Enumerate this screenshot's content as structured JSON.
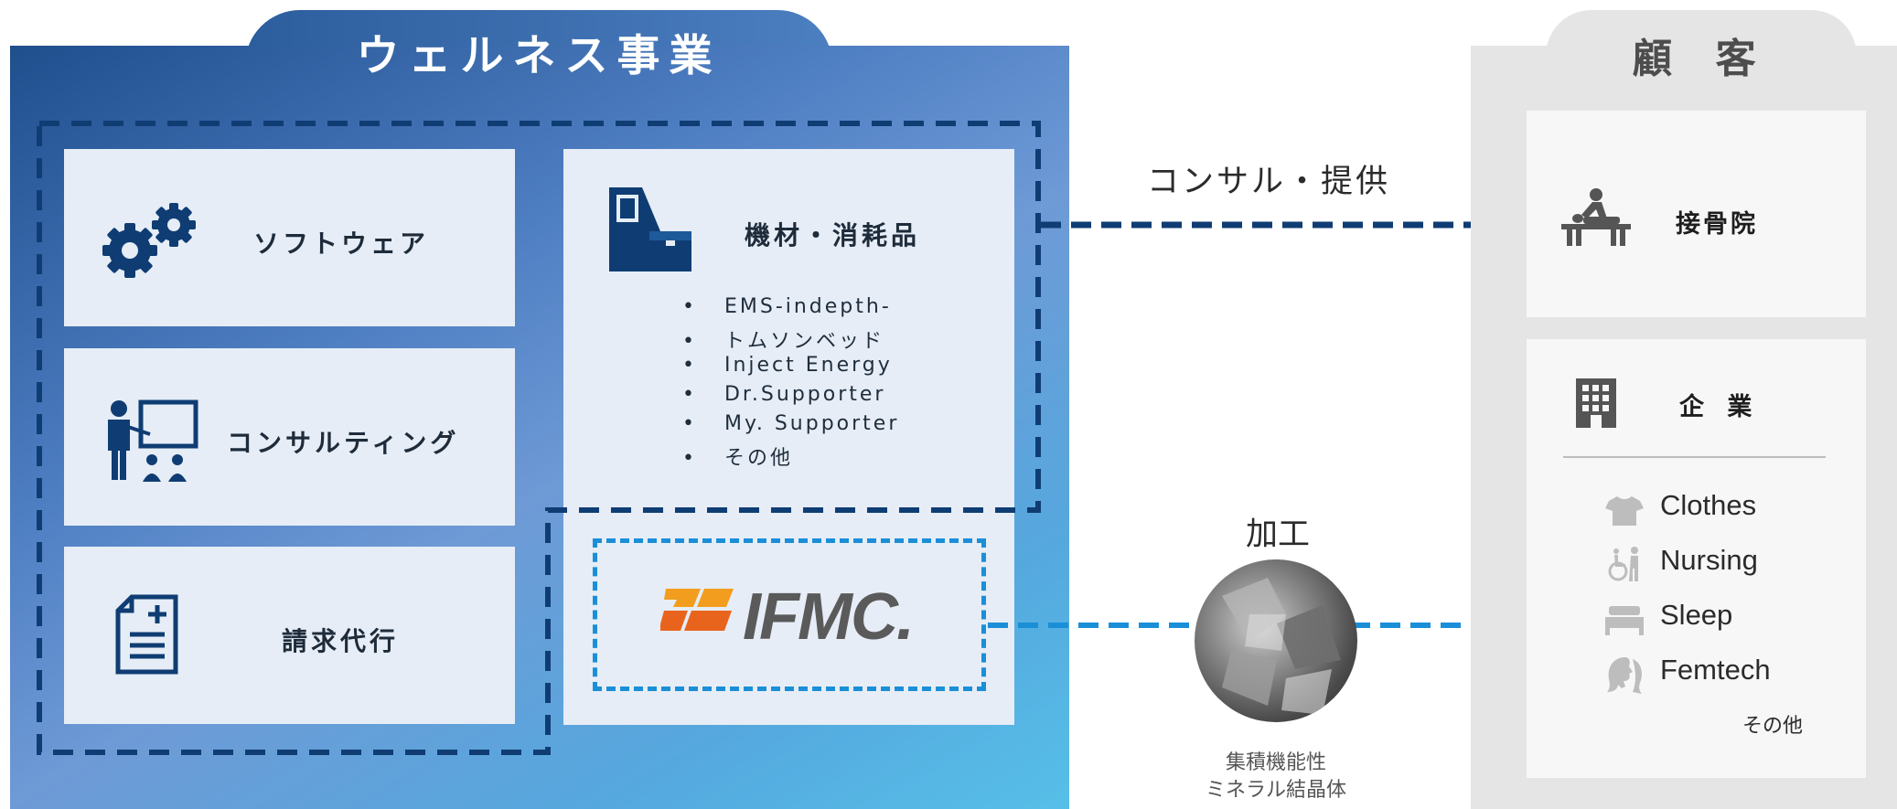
{
  "wellness": {
    "title": "ウェルネス事業",
    "software_label": "ソフトウェア",
    "consulting_label": "コンサルティング",
    "billing_label": "請求代行",
    "equipment": {
      "title": "機材・消耗品",
      "items": [
        "EMS-indepth-",
        "トムソンベッド",
        "Inject Energy",
        "Dr.Supporter",
        "My. Supporter",
        "その他"
      ]
    },
    "ifmc_logo": "IFMC."
  },
  "flows": {
    "consult_label": "コンサル・提供",
    "process_label": "加工",
    "mineral_caption_line1": "集積機能性",
    "mineral_caption_line2": "ミネラル結晶体"
  },
  "customer": {
    "title": "顧 客",
    "clinic_label": "接骨院",
    "company_label": "企 業",
    "company_items": [
      {
        "label": "Clothes",
        "icon": "tshirt-icon"
      },
      {
        "label": "Nursing",
        "icon": "wheelchair-icon"
      },
      {
        "label": "Sleep",
        "icon": "bed-icon"
      },
      {
        "label": "Femtech",
        "icon": "woman-profile-icon"
      }
    ],
    "other_label": "その他"
  },
  "colors": {
    "dark_blue": "#0f3d73",
    "light_blue": "#1a8fd8",
    "logo_orange": "#e8641c",
    "logo_yellow": "#f29d1d",
    "logo_gray": "#5a5a5a"
  }
}
